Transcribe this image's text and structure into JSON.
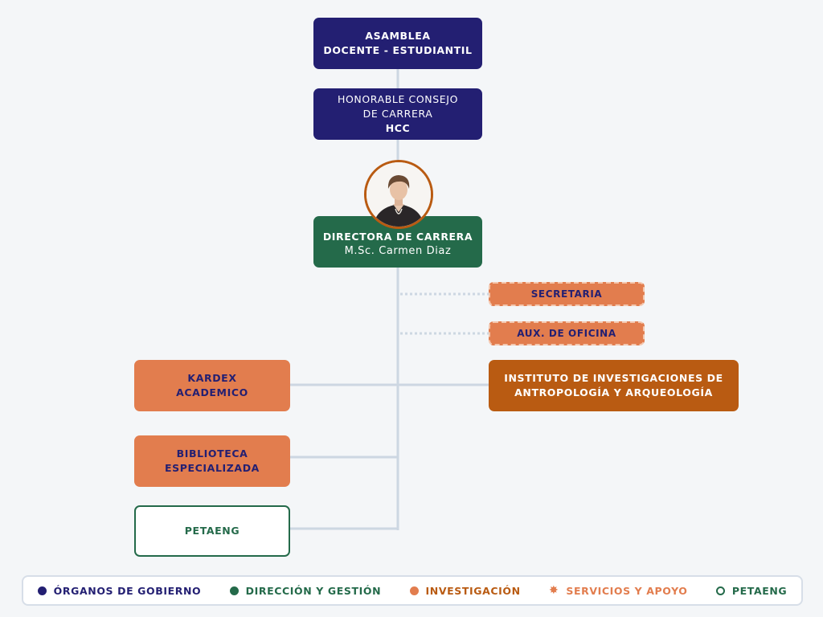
{
  "nodes": {
    "asamblea": {
      "line1": "ASAMBLEA",
      "line2": "DOCENTE - ESTUDIANTIL"
    },
    "consejo": {
      "line1": "HONORABLE CONSEJO",
      "line2": "DE CARRERA",
      "line3": "HCC"
    },
    "director": {
      "title": "DIRECTORA DE CARRERA",
      "name": "M.Sc. Carmen Diaz"
    },
    "secretaria": {
      "label": "SECRETARIA"
    },
    "aux_oficina": {
      "label": "AUX. DE OFICINA"
    },
    "kardex": {
      "line1": "KARDEX",
      "line2": "ACADEMICO"
    },
    "instituto": {
      "line1": "INSTITUTO DE INVESTIGACIONES DE",
      "line2": "ANTROPOLOGÍA Y ARQUEOLOGÍA"
    },
    "biblioteca": {
      "line1": "BIBLIOTECA",
      "line2": "ESPECIALIZADA"
    },
    "petaeng": {
      "label": "PETAENG"
    }
  },
  "legend": [
    {
      "label": "ÓRGANOS DE GOBIERNO",
      "color": "#231f72",
      "marker": "dot"
    },
    {
      "label": "DIRECCIÓN Y GESTIÓN",
      "color": "#246a4a",
      "marker": "dot"
    },
    {
      "label": "INVESTIGACIÓN",
      "color": "#b95b12",
      "marker": "dot"
    },
    {
      "label": "SERVICIOS Y APOYO",
      "color": "#e27d4e",
      "marker": "star"
    },
    {
      "label": "PETAENG",
      "color": "#246a4a",
      "marker": "ring"
    }
  ],
  "colors": {
    "gobierno": "#231f72",
    "direccion": "#246a4a",
    "investigacion": "#b95b12",
    "servicios": "#e27d4e",
    "connector": "#cdd7e2"
  }
}
